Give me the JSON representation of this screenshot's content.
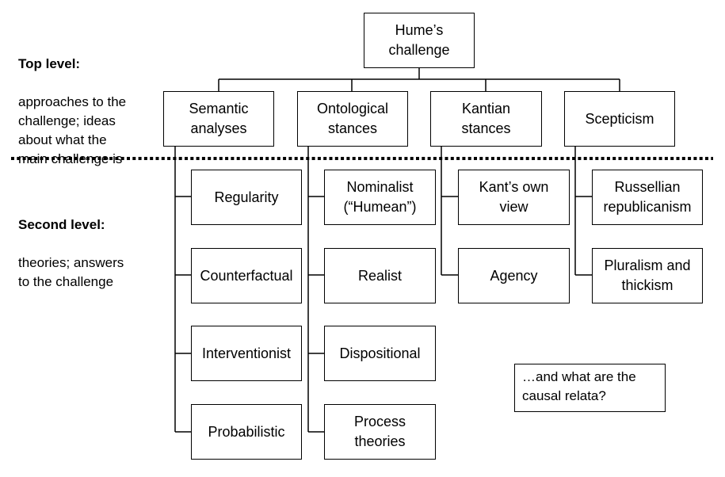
{
  "labels": {
    "top_level": {
      "title": "Top level:",
      "text": "approaches to the\nchallenge; ideas\nabout what the\nmain challenge is"
    },
    "second_level": {
      "title": "Second level:",
      "text": "theories; answers\nto the challenge"
    }
  },
  "root": {
    "label": "Hume’s\nchallenge"
  },
  "approaches": [
    {
      "label": "Semantic\nanalyses",
      "theories": [
        "Regularity",
        "Counterfactual",
        "Interventionist",
        "Probabilistic"
      ]
    },
    {
      "label": "Ontological\nstances",
      "theories": [
        "Nominalist\n(“Humean”)",
        "Realist",
        "Dispositional",
        "Process\ntheories"
      ]
    },
    {
      "label": "Kantian\nstances",
      "theories": [
        "Kant’s own\nview",
        "Agency"
      ]
    },
    {
      "label": "Scepticism",
      "theories": [
        "Russellian\nrepublicanism",
        "Pluralism and\nthickism"
      ]
    }
  ],
  "note": {
    "text": "…and what are the\ncausal relata?"
  }
}
